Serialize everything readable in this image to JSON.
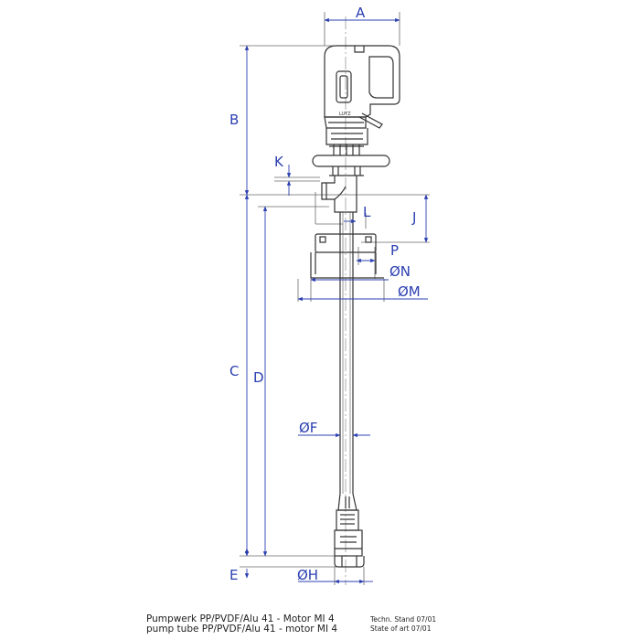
{
  "dimensions": {
    "A": "A",
    "B": "B",
    "C": "C",
    "D": "D",
    "E": "E",
    "F": "ØF",
    "H": "ØH",
    "J": "J",
    "K": "K",
    "L": "L",
    "M": "ØM",
    "N": "ØN",
    "P": "P"
  },
  "caption": {
    "de": "Pumpwerk PP/PVDF/Alu 41 - Motor MI 4",
    "en": "pump tube PP/PVDF/Alu 41 - motor MI 4",
    "stand_de": "Techn. Stand 07/01",
    "stand_en": "State of art 07/01"
  },
  "colors": {
    "dimension": "#2b3fb0",
    "outline": "#333333",
    "leader": "#5a5a5a"
  },
  "icons": [
    "motor-body",
    "handle",
    "flange",
    "outlet-nozzle",
    "bung-adapter",
    "pump-tube",
    "pump-foot"
  ]
}
